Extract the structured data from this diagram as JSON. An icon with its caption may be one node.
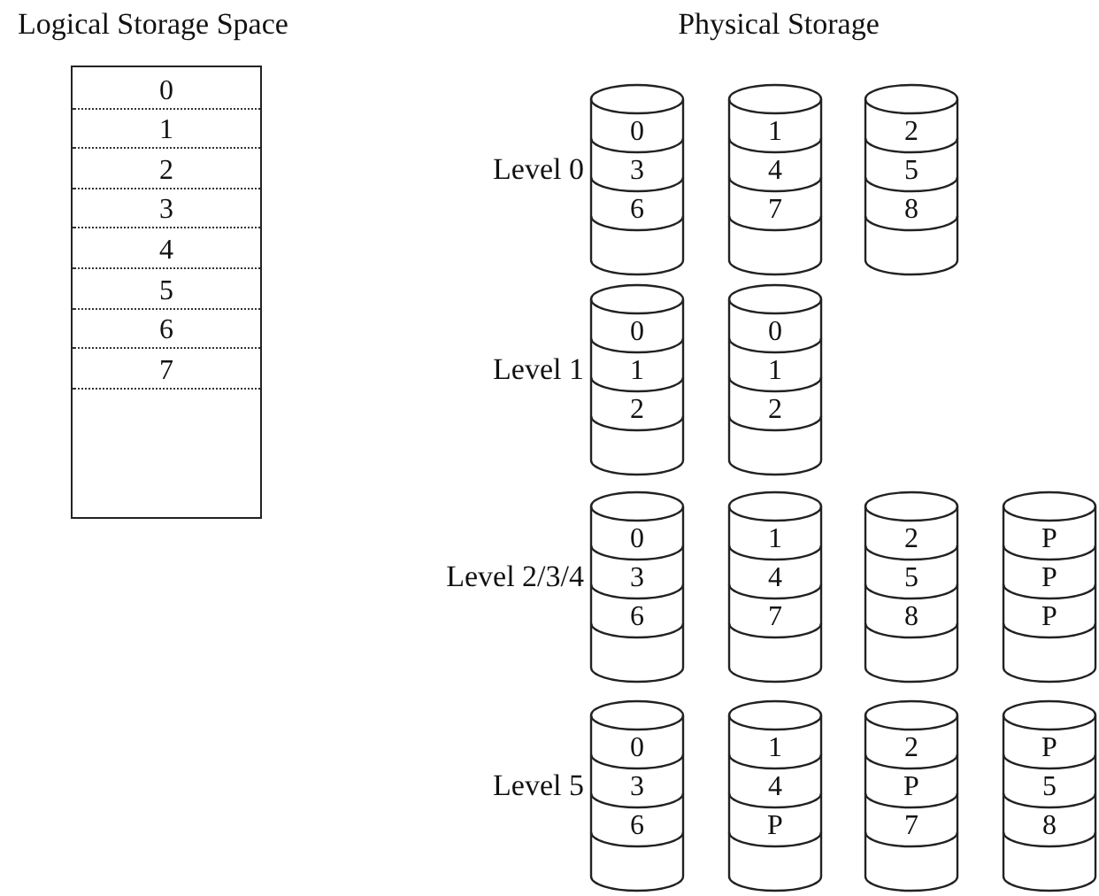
{
  "diagram": {
    "nodes": [
      {
        "text": [
          "0",
          "1",
          "2",
          "3",
          "4",
          "5",
          "6",
          "7"
        ]
      },
      {
        "text": [
          "0",
          "3",
          "6"
        ]
      },
      {
        "text": [
          "1",
          "4",
          "7"
        ]
      },
      {
        "text": [
          "2",
          "5",
          "8"
        ]
      },
      {
        "text": [
          "0",
          "1",
          "2"
        ]
      },
      {
        "text": [
          "0",
          "1",
          "2"
        ]
      },
      {
        "text": [
          "0",
          "3",
          "6"
        ]
      },
      {
        "text": [
          "1",
          "4",
          "7"
        ]
      },
      {
        "text": [
          "2",
          "5",
          "8"
        ]
      },
      {
        "text": [
          "P",
          "P",
          "P"
        ]
      },
      {
        "text": [
          "0",
          "3",
          "6"
        ]
      },
      {
        "text": [
          "1",
          "4",
          "P"
        ]
      },
      {
        "text": [
          "2",
          "P",
          "7"
        ]
      },
      {
        "text": [
          "P",
          "5",
          "8"
        ]
      }
    ],
    "labels": [
      "Logical Storage Space",
      "Physical Storage",
      "Level 0",
      "Level 1",
      "Level 2/3/4",
      "Level 5"
    ]
  }
}
